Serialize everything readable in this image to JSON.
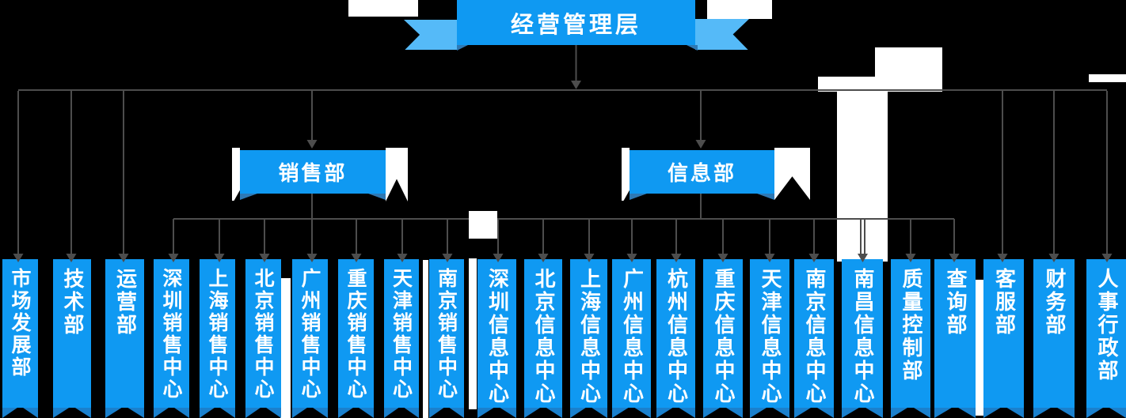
{
  "chart": {
    "type": "org-chart",
    "root": {
      "label": "经营管理层"
    },
    "level2": [
      {
        "id": "sales",
        "label": "销售部"
      },
      {
        "id": "info",
        "label": "信息部"
      }
    ],
    "leaves": [
      {
        "label": "市场发展部",
        "parent": "root"
      },
      {
        "label": "技术部",
        "parent": "root"
      },
      {
        "label": "运营部",
        "parent": "root"
      },
      {
        "label": "深圳销售中心",
        "parent": "sales"
      },
      {
        "label": "上海销售中心",
        "parent": "sales"
      },
      {
        "label": "北京销售中心",
        "parent": "sales"
      },
      {
        "label": "广州销售中心",
        "parent": "sales"
      },
      {
        "label": "重庆销售中心",
        "parent": "sales"
      },
      {
        "label": "天津销售中心",
        "parent": "sales"
      },
      {
        "label": "南京销售中心",
        "parent": "sales"
      },
      {
        "label": "深圳信息中心",
        "parent": "info"
      },
      {
        "label": "北京信息中心",
        "parent": "info"
      },
      {
        "label": "上海信息中心",
        "parent": "info"
      },
      {
        "label": "广州信息中心",
        "parent": "info"
      },
      {
        "label": "杭州信息中心",
        "parent": "info"
      },
      {
        "label": "重庆信息中心",
        "parent": "info"
      },
      {
        "label": "天津信息中心",
        "parent": "info"
      },
      {
        "label": "南京信息中心",
        "parent": "info"
      },
      {
        "label": "南昌信息中心",
        "parent": "info"
      },
      {
        "label": "质量控制部",
        "parent": "info"
      },
      {
        "label": "查询部",
        "parent": "info"
      },
      {
        "label": "客服部",
        "parent": "root"
      },
      {
        "label": "财务部",
        "parent": "root"
      },
      {
        "label": "人事行政部",
        "parent": "root"
      }
    ],
    "colors": {
      "node_blue": "#0f99f2",
      "ribbon_light_blue": "#55baf8",
      "fold_blue": "#2e79b5",
      "leaf_fold_blue": "#1a80cd",
      "connector_gray": "#4d4d4d",
      "text_white": "#ffffff"
    }
  }
}
